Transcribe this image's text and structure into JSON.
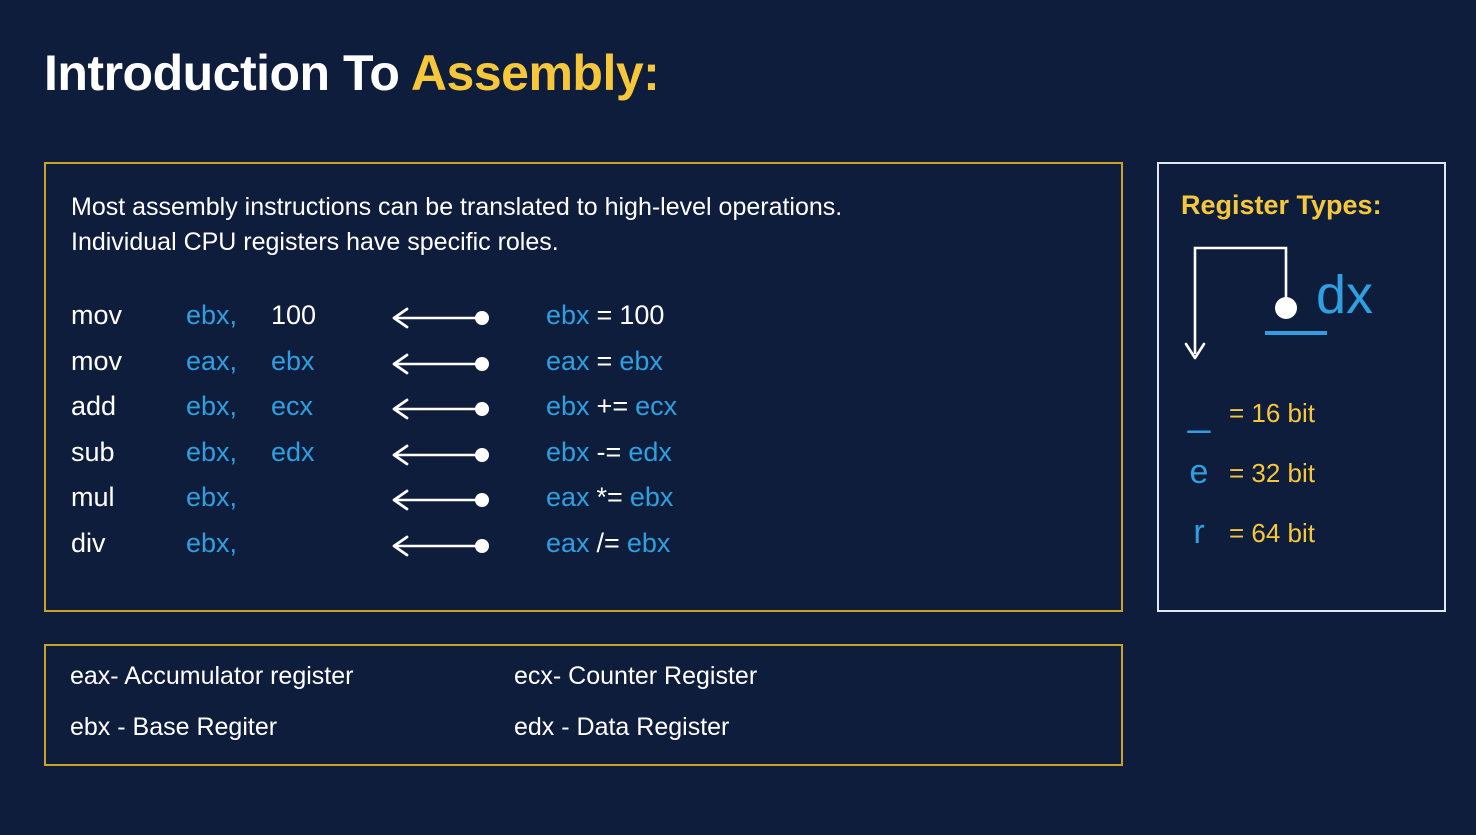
{
  "title": {
    "part_plain": "Introduction To ",
    "part_accent": "Assembly:"
  },
  "colors": {
    "background": "#0f1d3c",
    "gold": "#f7c73b",
    "gold_border": "#c9a227",
    "blue": "#2f9fe0",
    "white": "#ffffff",
    "panel_border_light": "#dfe7f2"
  },
  "main_panel": {
    "intro_line_1": "Most assembly instructions can be translated to high-level operations.",
    "intro_line_2": "Individual CPU registers have specific roles.",
    "instructions": [
      {
        "mnemonic": "mov",
        "operand1": "ebx,",
        "operand2": "100",
        "operand2_kind": "num",
        "expr_lhs": "ebx",
        "expr_op": "=",
        "expr_rhs": "100",
        "expr_rhs_kind": "num"
      },
      {
        "mnemonic": "mov",
        "operand1": "eax,",
        "operand2": "ebx",
        "operand2_kind": "reg",
        "expr_lhs": "eax",
        "expr_op": "=",
        "expr_rhs": "ebx",
        "expr_rhs_kind": "reg"
      },
      {
        "mnemonic": "add",
        "operand1": "ebx,",
        "operand2": "ecx",
        "operand2_kind": "reg",
        "expr_lhs": "ebx",
        "expr_op": "+=",
        "expr_rhs": "ecx",
        "expr_rhs_kind": "reg"
      },
      {
        "mnemonic": "sub",
        "operand1": "ebx,",
        "operand2": "edx",
        "operand2_kind": "reg",
        "expr_lhs": "ebx",
        "expr_op": "-=",
        "expr_rhs": "edx",
        "expr_rhs_kind": "reg"
      },
      {
        "mnemonic": "mul",
        "operand1": "ebx,",
        "operand2": "",
        "operand2_kind": "reg",
        "expr_lhs": "eax",
        "expr_op": "*=",
        "expr_rhs": "ebx",
        "expr_rhs_kind": "reg"
      },
      {
        "mnemonic": "div",
        "operand1": "ebx,",
        "operand2": "",
        "operand2_kind": "reg",
        "expr_lhs": "eax",
        "expr_op": "/=",
        "expr_rhs": "ebx",
        "expr_rhs_kind": "reg"
      }
    ]
  },
  "register_panel": {
    "title": "Register Types:",
    "sample_register": "dx",
    "bit_legend": [
      {
        "key": "_",
        "value": "= 16 bit"
      },
      {
        "key": "e",
        "value": "= 32 bit"
      },
      {
        "key": "r",
        "value": "= 64 bit"
      }
    ]
  },
  "legend_panel": {
    "rows": [
      {
        "left": "eax- Accumulator register",
        "right": "ecx- Counter Register"
      },
      {
        "left": "ebx - Base Regiter",
        "right": "edx - Data Register"
      }
    ]
  }
}
